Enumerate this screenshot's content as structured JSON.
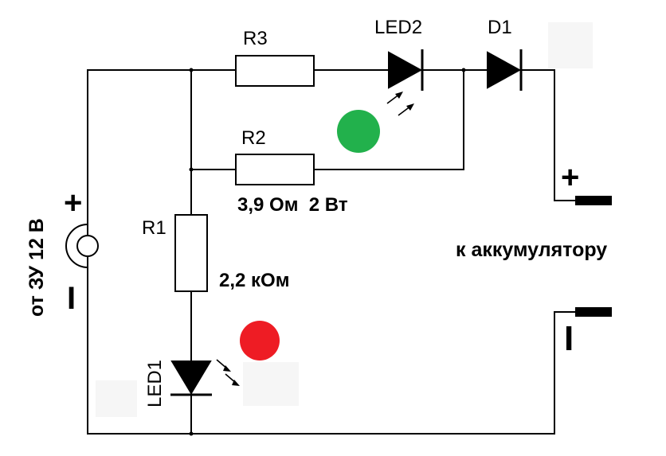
{
  "components": {
    "r1": {
      "name": "R1",
      "value": "2,2 кОм"
    },
    "r2": {
      "name": "R2",
      "value": "3,9 Ом  2 Вт"
    },
    "r3": {
      "name": "R3"
    },
    "led1": {
      "name": "LED1",
      "color": "#ee1c24"
    },
    "led2": {
      "name": "LED2",
      "color": "#22b14c"
    },
    "d1": {
      "name": "D1"
    }
  },
  "input": {
    "label": "от ЗУ 12 В",
    "plus": "+",
    "minus": "-"
  },
  "output": {
    "label": "к аккумулятору",
    "plus": "+",
    "minus": "-"
  }
}
